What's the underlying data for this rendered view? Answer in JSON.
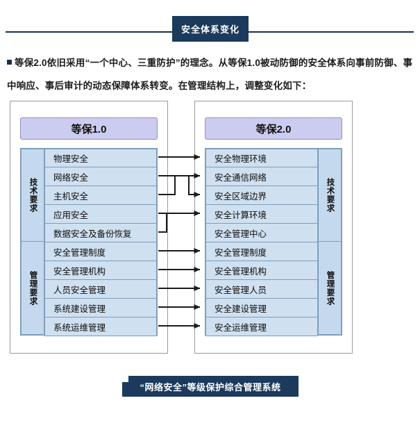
{
  "header": {
    "title": "安全体系变化"
  },
  "paragraph": {
    "bullet_icon": "square-bullet-icon",
    "text": "等保2.0依旧采用“一个中心、三重防护”的理念。从等保1.0被动防御的安全体系向事前防御、事中响应、事后审计的动态保障体系转变。在管理结构上，调整变化如下："
  },
  "diagram": {
    "left": {
      "chip_label": "等保1.0",
      "sections": [
        {
          "side_label": "技术要求",
          "rows": [
            "物理安全",
            "网络安全",
            "主机安全",
            "应用安全",
            "数据安全及备份恢复"
          ]
        },
        {
          "side_label": "管理要求",
          "rows": [
            "安全管理制度",
            "安全管理机构",
            "人员安全管理",
            "系统建设管理",
            "系统运维管理"
          ]
        }
      ]
    },
    "right": {
      "chip_label": "等保2.0",
      "sections": [
        {
          "side_label": "技术要求",
          "rows": [
            "安全物理环境",
            "安全通信网络",
            "安全区域边界",
            "安全计算环境",
            "安全管理中心"
          ]
        },
        {
          "side_label": "管理要求",
          "rows": [
            "安全管理制度",
            "安全管理机构",
            "安全管理人员",
            "安全建设管理",
            "安全运维管理"
          ]
        }
      ]
    },
    "connectors_icon": "arrow-connector-icon",
    "mappings": [
      {
        "from": "物理安全",
        "to": "安全物理环境"
      },
      {
        "from": "网络安全",
        "to": "安全通信网络"
      },
      {
        "from": "主机安全",
        "to": "安全区域边界"
      },
      {
        "from": "应用安全",
        "to": "安全计算环境"
      },
      {
        "from": "数据安全及备份恢复",
        "to": "安全计算环境"
      },
      {
        "from": "安全管理制度",
        "to": "安全管理制度"
      },
      {
        "from": "安全管理机构",
        "to": "安全管理机构"
      },
      {
        "from": "人员安全管理",
        "to": "安全管理人员"
      },
      {
        "from": "系统建设管理",
        "to": "安全建设管理"
      },
      {
        "from": "系统运维管理",
        "to": "安全运维管理"
      }
    ]
  },
  "footer": {
    "banner_label": "“网络安全”等级保护综合管理系统"
  },
  "colors": {
    "navy": "#1b3a5c",
    "rule": "#17304e",
    "chip_purple": "#ccccf0",
    "cell_blue": "#cfe0f0",
    "side_blue": "#c5d9ee",
    "cell_border": "#7f9dbb",
    "frame_border": "#9a9a9a",
    "wire": "#1a1a1a"
  }
}
